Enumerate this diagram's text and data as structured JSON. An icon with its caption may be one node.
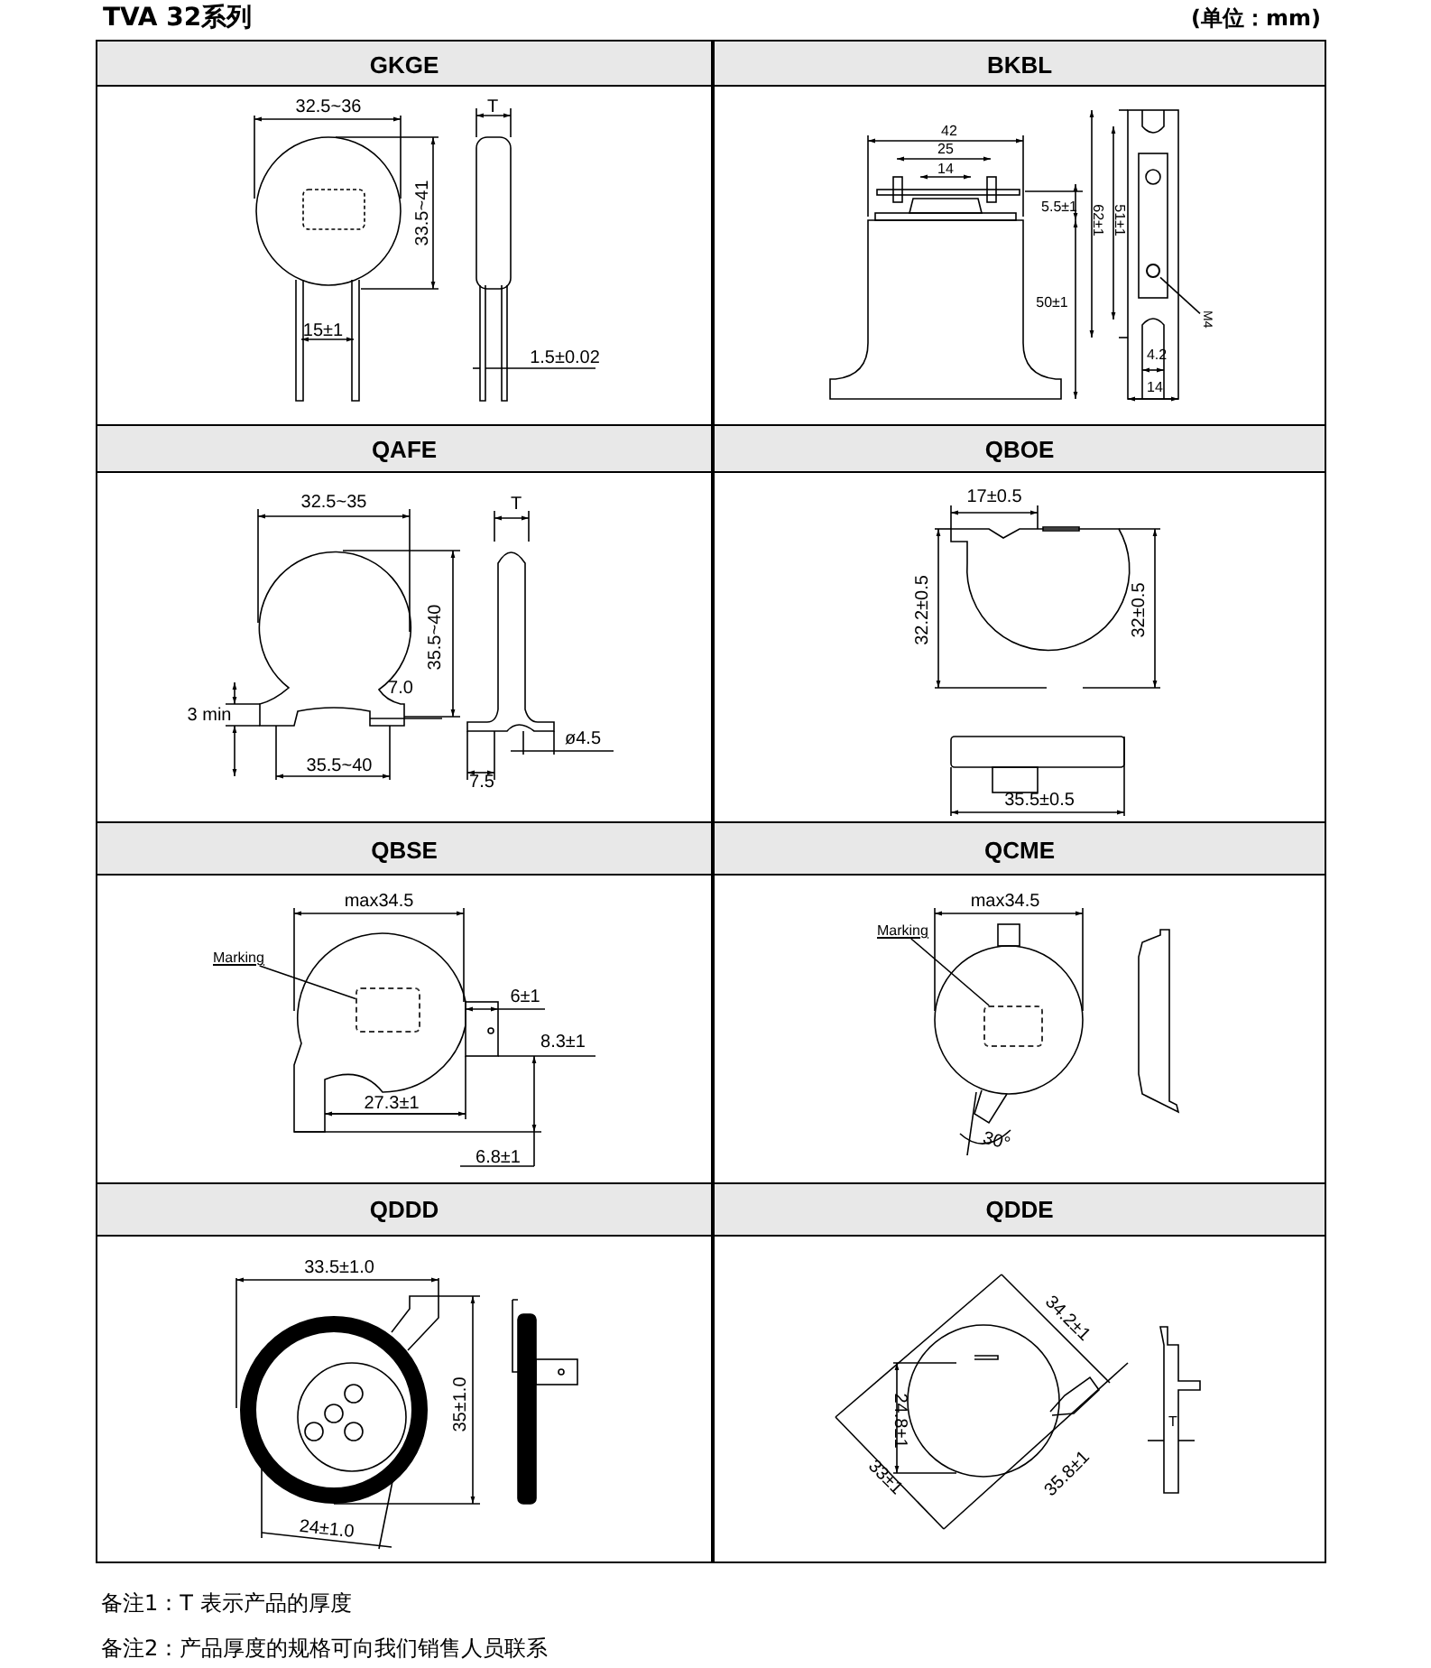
{
  "diagram": {
    "title": "TVA 32系列",
    "nodes": [
      {
        "text": [
          "M4"
        ]
      },
      {
        "text": [],
        "shape": "circle"
      },
      {
        "text": [
          "Marking"
        ]
      },
      {
        "text": [],
        "shape": "box"
      },
      {
        "text": [
          "Marking"
        ]
      },
      {
        "text": [],
        "shape": "box"
      }
    ],
    "edges": [
      {
        "from": 0,
        "to": 1,
        "arrow": "none"
      },
      {
        "from": 2,
        "to": 3,
        "arrow": "none"
      },
      {
        "from": 4,
        "to": 5,
        "arrow": "none"
      }
    ],
    "labels": [
      "(单位：mm)",
      "GKGE",
      "BKBL",
      "32.5~36",
      "T",
      "33.5~41",
      "15±1",
      "1.5±0.02",
      "42",
      "25",
      "14",
      "5.5±1",
      "50±1",
      "62±1",
      "51±1",
      "4.2",
      "14",
      "QAFE",
      "QBOE",
      "32.5~35",
      "T",
      "35.5~40",
      "3 min",
      "7.0",
      "35.5~40",
      "ø4.5",
      "7.5",
      "17±0.5",
      "32.2±0.5",
      "32±0.5",
      "35.5±0.5",
      "QBSE",
      "QCME",
      "max34.5",
      "6±1",
      "8.3±1",
      "27.3±1",
      "6.8±1",
      "max34.5",
      "30°",
      "QDDD",
      "QDDE",
      "33.5±1.0",
      "35±1.0",
      "24±1.0",
      "34.2±1",
      "24.8±1",
      "33±1",
      "35.8±1",
      "T",
      "备注1：T 表示产品的厚度",
      "备注2：产品厚度的规格可向我们销售人员联系"
    ]
  }
}
